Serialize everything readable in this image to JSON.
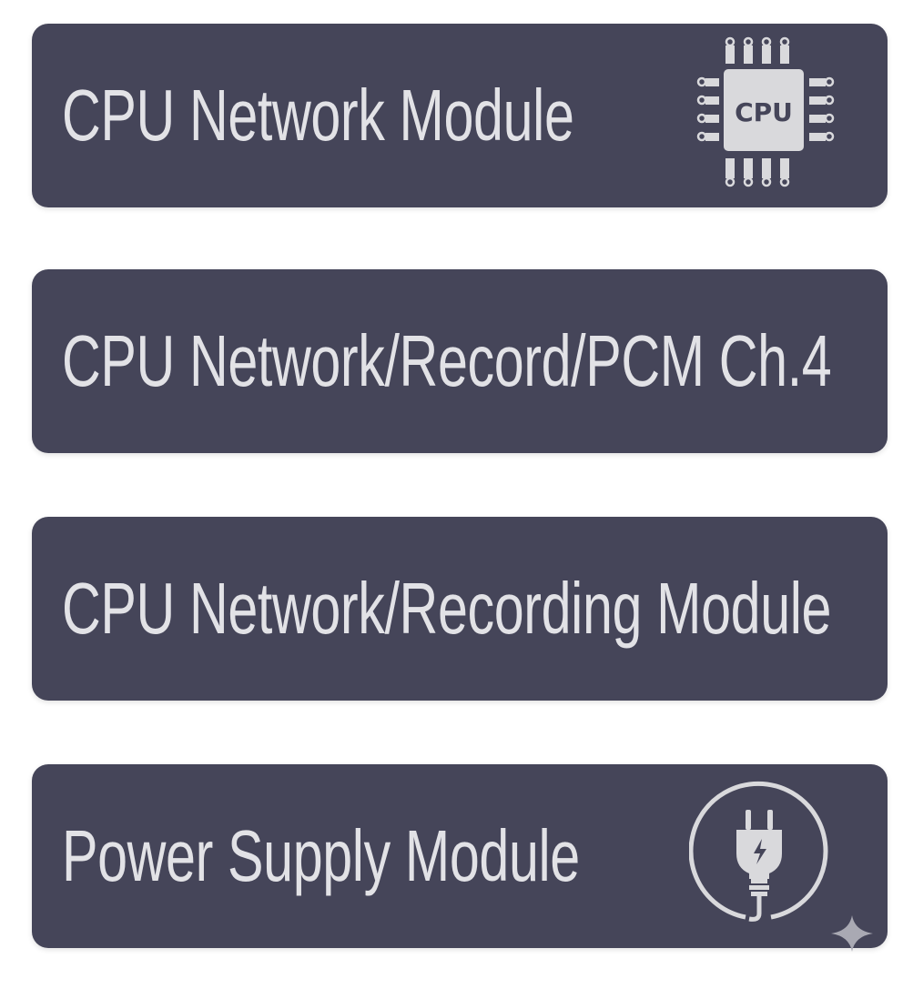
{
  "modules": [
    {
      "label": "CPU Network Module",
      "icon": "cpu-chip-icon"
    },
    {
      "label": "CPU Network/Record/PCM Ch.4",
      "icon": null
    },
    {
      "label": "CPU Network/Recording Module",
      "icon": null
    },
    {
      "label": "Power Supply Module",
      "icon": "power-plug-icon"
    }
  ],
  "cpu_icon_text": "CPU",
  "colors": {
    "card": "#454559",
    "text": "#e2e2e6",
    "icon": "#d9d9dc"
  }
}
